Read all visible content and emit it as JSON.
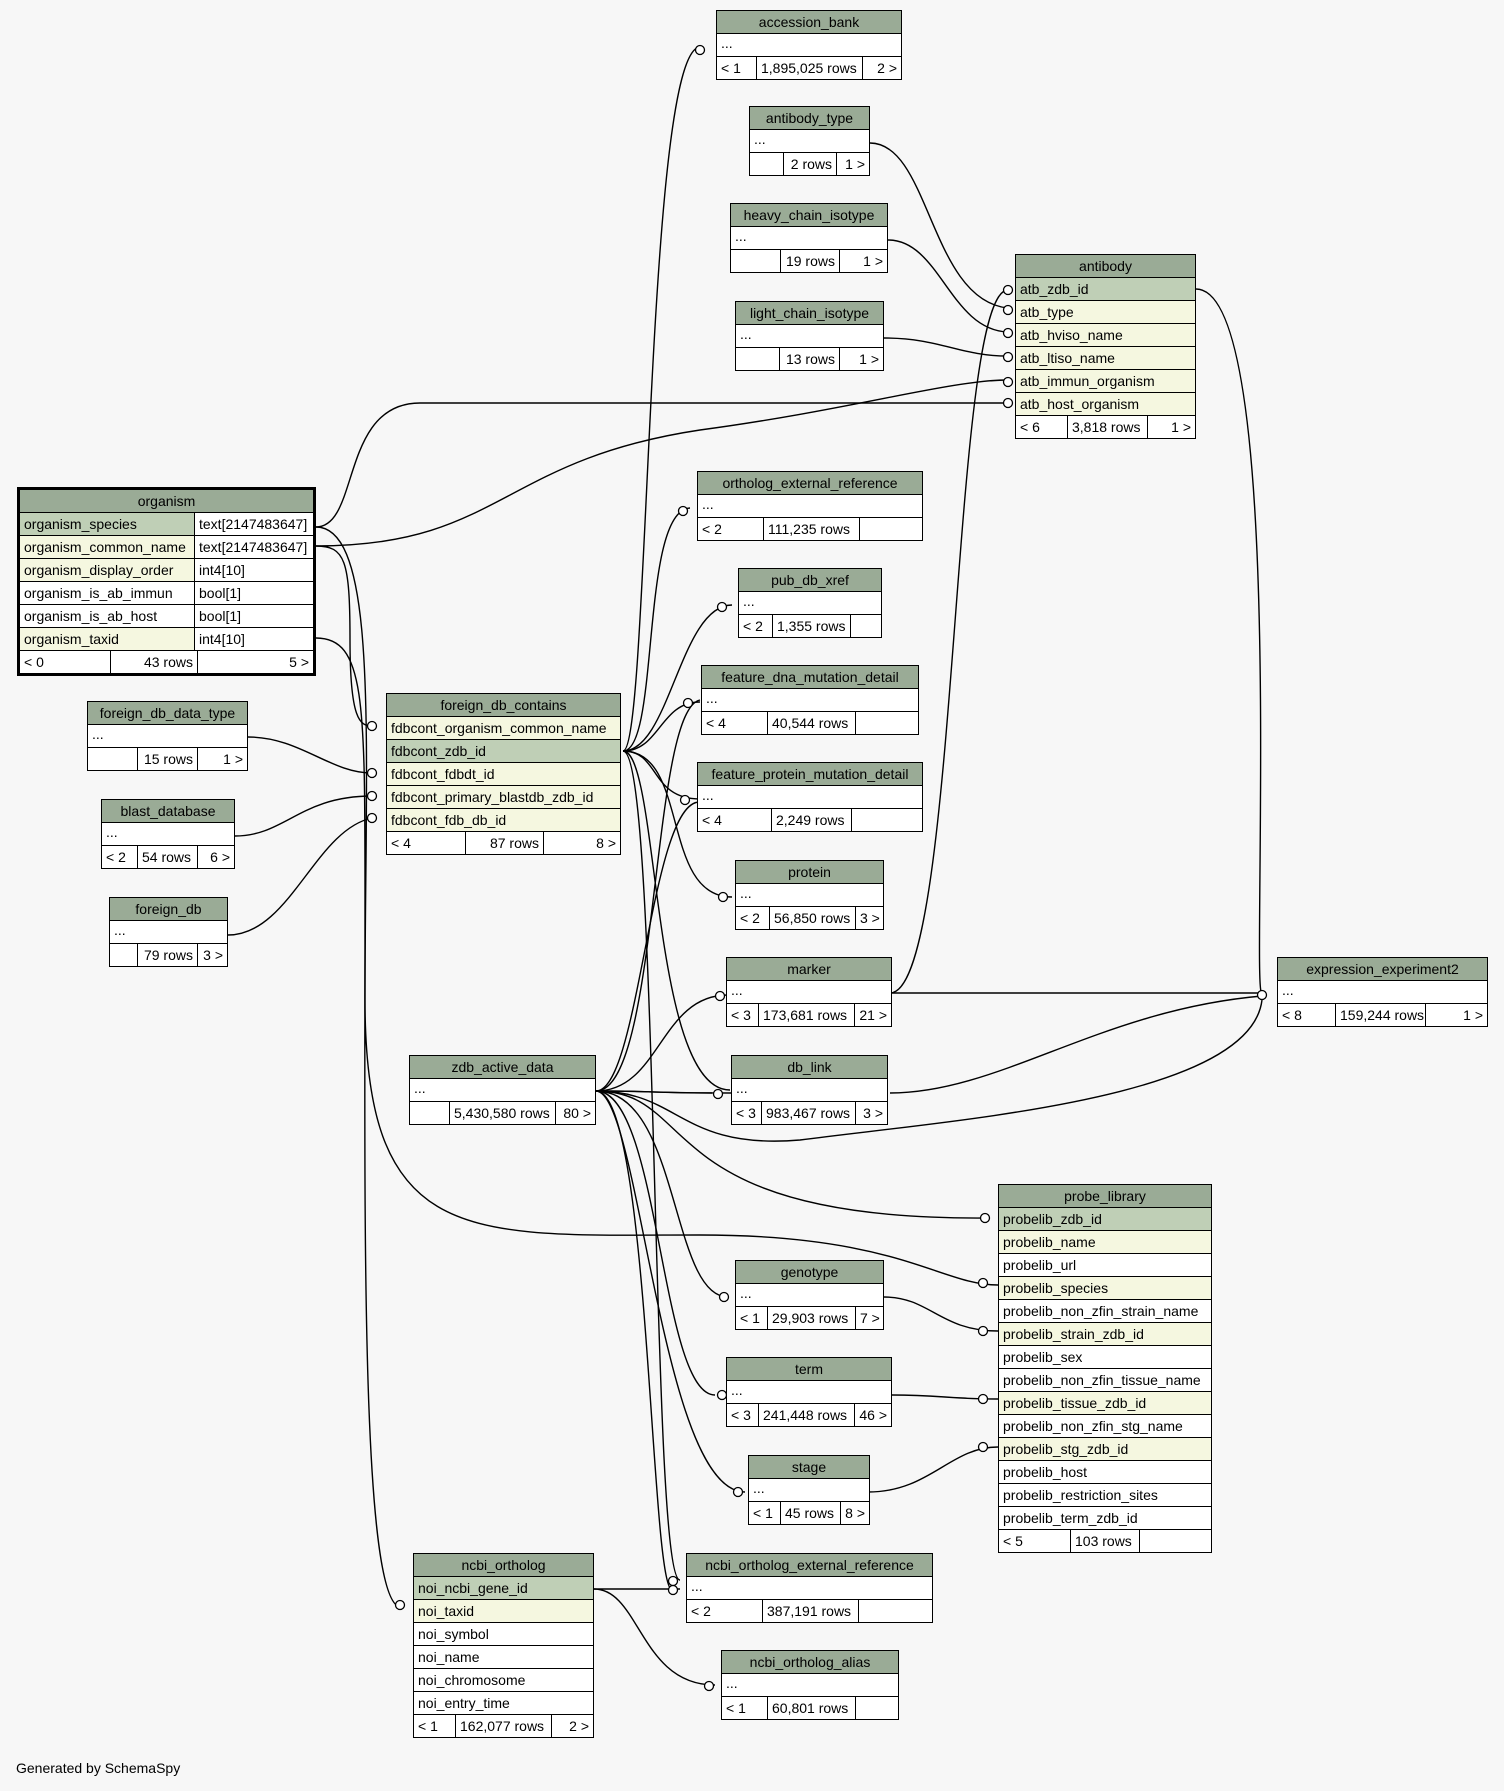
{
  "footer": "Generated by SchemaSpy",
  "tables": {
    "accession_bank": {
      "name": "accession_bank",
      "ellipsis": "...",
      "parents": "< 1",
      "rows": "1,895,025 rows",
      "children": "2 >"
    },
    "antibody_type": {
      "name": "antibody_type",
      "ellipsis": "...",
      "parents": "",
      "rows": "2 rows",
      "children": "1 >"
    },
    "heavy_chain_isotype": {
      "name": "heavy_chain_isotype",
      "ellipsis": "...",
      "parents": "",
      "rows": "19 rows",
      "children": "1 >"
    },
    "light_chain_isotype": {
      "name": "light_chain_isotype",
      "ellipsis": "...",
      "parents": "",
      "rows": "13 rows",
      "children": "1 >"
    },
    "antibody": {
      "name": "antibody",
      "columns": [
        "atb_zdb_id",
        "atb_type",
        "atb_hviso_name",
        "atb_ltiso_name",
        "atb_immun_organism",
        "atb_host_organism"
      ],
      "parents": "< 6",
      "rows": "3,818 rows",
      "children": "1 >"
    },
    "organism": {
      "name": "organism",
      "columns": [
        {
          "name": "organism_species",
          "type": "text[2147483647]"
        },
        {
          "name": "organism_common_name",
          "type": "text[2147483647]"
        },
        {
          "name": "organism_display_order",
          "type": "int4[10]"
        },
        {
          "name": "organism_is_ab_immun",
          "type": "bool[1]"
        },
        {
          "name": "organism_is_ab_host",
          "type": "bool[1]"
        },
        {
          "name": "organism_taxid",
          "type": "int4[10]"
        }
      ],
      "parents": "< 0",
      "rows": "43 rows",
      "children": "5 >"
    },
    "ortholog_external_reference": {
      "name": "ortholog_external_reference",
      "ellipsis": "...",
      "parents": "< 2",
      "rows": "111,235 rows",
      "children": ""
    },
    "pub_db_xref": {
      "name": "pub_db_xref",
      "ellipsis": "...",
      "parents": "< 2",
      "rows": "1,355 rows",
      "children": ""
    },
    "feature_dna_mutation_detail": {
      "name": "feature_dna_mutation_detail",
      "ellipsis": "...",
      "parents": "< 4",
      "rows": "40,544 rows",
      "children": ""
    },
    "feature_protein_mutation_detail": {
      "name": "feature_protein_mutation_detail",
      "ellipsis": "...",
      "parents": "< 4",
      "rows": "2,249 rows",
      "children": ""
    },
    "foreign_db_data_type": {
      "name": "foreign_db_data_type",
      "ellipsis": "...",
      "parents": "",
      "rows": "15 rows",
      "children": "1 >"
    },
    "blast_database": {
      "name": "blast_database",
      "ellipsis": "...",
      "parents": "< 2",
      "rows": "54 rows",
      "children": "6 >"
    },
    "foreign_db": {
      "name": "foreign_db",
      "ellipsis": "...",
      "parents": "",
      "rows": "79 rows",
      "children": "3 >"
    },
    "foreign_db_contains": {
      "name": "foreign_db_contains",
      "columns": [
        "fdbcont_organism_common_name",
        "fdbcont_zdb_id",
        "fdbcont_fdbdt_id",
        "fdbcont_primary_blastdb_zdb_id",
        "fdbcont_fdb_db_id"
      ],
      "parents": "< 4",
      "rows": "87 rows",
      "children": "8 >"
    },
    "protein": {
      "name": "protein",
      "ellipsis": "...",
      "parents": "< 2",
      "rows": "56,850 rows",
      "children": "3 >"
    },
    "marker": {
      "name": "marker",
      "ellipsis": "...",
      "parents": "< 3",
      "rows": "173,681 rows",
      "children": "21 >"
    },
    "expression_experiment2": {
      "name": "expression_experiment2",
      "ellipsis": "...",
      "parents": "< 8",
      "rows": "159,244 rows",
      "children": "1 >"
    },
    "zdb_active_data": {
      "name": "zdb_active_data",
      "ellipsis": "...",
      "parents": "",
      "rows": "5,430,580 rows",
      "children": "80 >"
    },
    "db_link": {
      "name": "db_link",
      "ellipsis": "...",
      "parents": "< 3",
      "rows": "983,467 rows",
      "children": "3 >"
    },
    "probe_library": {
      "name": "probe_library",
      "columns": [
        "probelib_zdb_id",
        "probelib_name",
        "probelib_url",
        "probelib_species",
        "probelib_non_zfin_strain_name",
        "probelib_strain_zdb_id",
        "probelib_sex",
        "probelib_non_zfin_tissue_name",
        "probelib_tissue_zdb_id",
        "probelib_non_zfin_stg_name",
        "probelib_stg_zdb_id",
        "probelib_host",
        "probelib_restriction_sites",
        "probelib_term_zdb_id"
      ],
      "parents": "< 5",
      "rows": "103 rows",
      "children": ""
    },
    "genotype": {
      "name": "genotype",
      "ellipsis": "...",
      "parents": "< 1",
      "rows": "29,903 rows",
      "children": "7 >"
    },
    "term": {
      "name": "term",
      "ellipsis": "...",
      "parents": "< 3",
      "rows": "241,448 rows",
      "children": "46 >"
    },
    "stage": {
      "name": "stage",
      "ellipsis": "...",
      "parents": "< 1",
      "rows": "45 rows",
      "children": "8 >"
    },
    "ncbi_ortholog": {
      "name": "ncbi_ortholog",
      "columns": [
        "noi_ncbi_gene_id",
        "noi_taxid",
        "noi_symbol",
        "noi_name",
        "noi_chromosome",
        "noi_entry_time"
      ],
      "parents": "< 1",
      "rows": "162,077 rows",
      "children": "2 >"
    },
    "ncbi_ortholog_external_reference": {
      "name": "ncbi_ortholog_external_reference",
      "ellipsis": "...",
      "parents": "< 2",
      "rows": "387,191 rows",
      "children": ""
    },
    "ncbi_ortholog_alias": {
      "name": "ncbi_ortholog_alias",
      "ellipsis": "...",
      "parents": "< 1",
      "rows": "60,801 rows",
      "children": ""
    }
  },
  "colors": {
    "header": "#9aab96",
    "primary_key": "#bfcfb6",
    "foreign_key": "#f5f7e0",
    "background": "#f7f7f7"
  }
}
